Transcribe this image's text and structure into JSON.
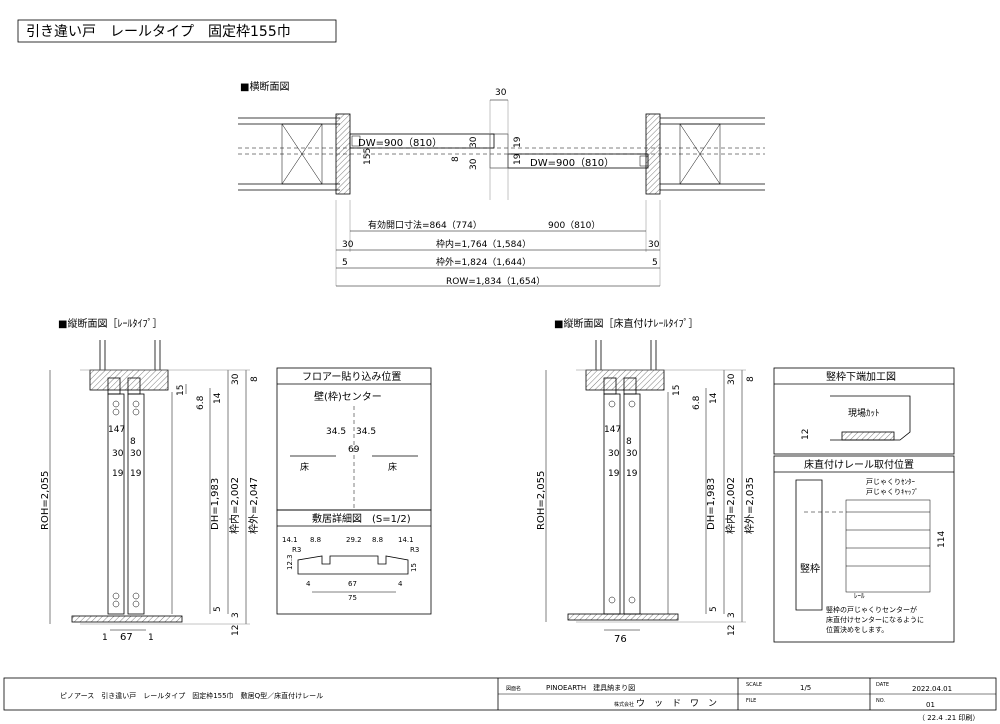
{
  "title": "引き違い戸　レールタイプ　固定枠155巾",
  "plan": {
    "heading": "■横断面図",
    "dim_top": "30",
    "dw_left": "DW=900（810）",
    "dw_right": "DW=900（810）",
    "d155": "155",
    "d30a": "30",
    "d30b": "30",
    "d8": "8",
    "d19a": "19",
    "d19b": "19",
    "eff_opening": "有効開口寸法=864（774）",
    "d900": "900（810）",
    "inner": "枠内=1,764（1,584）",
    "outer": "枠外=1,824（1,644）",
    "row": "ROW=1,834（1,654）",
    "d30l": "30",
    "d30r": "30",
    "d5l": "5",
    "d5r": "5"
  },
  "sec_left": {
    "heading": "■縦断面図［ﾚｰﾙﾀｲﾌﾟ］",
    "roh": "ROH=2,055",
    "dh": "DH=1,983",
    "inner": "枠内=2,002",
    "outer": "枠外=2,047",
    "d15": "15",
    "d68": "6.8",
    "d14": "14",
    "d30": "30",
    "d8": "8",
    "d147": "147",
    "d8b": "8",
    "d30b": "30",
    "d30c": "30",
    "d19a": "19",
    "d19b": "19",
    "d5": "5",
    "d3": "3",
    "d12": "12",
    "d1a": "1",
    "d67": "67",
    "d1b": "1"
  },
  "sec_right": {
    "heading": "■縦断面図［床直付けﾚｰﾙﾀｲﾌﾟ］",
    "roh": "ROH=2,055",
    "dh": "DH=1,983",
    "inner": "枠内=2,002",
    "outer": "枠外=2,035",
    "d15": "15",
    "d68": "6.8",
    "d14": "14",
    "d30": "30",
    "d8": "8",
    "d147": "147",
    "d8b": "8",
    "d30b": "30",
    "d30c": "30",
    "d19a": "19",
    "d19b": "19",
    "d5": "5",
    "d3": "3",
    "d12": "12",
    "d76": "76"
  },
  "floor_box": {
    "title": "フロアー貼り込み位置",
    "center": "壁(枠)センター",
    "d345a": "34.5",
    "d345b": "34.5",
    "d69": "69",
    "floor_l": "床",
    "floor_r": "床"
  },
  "sill_box": {
    "title": "敷居詳細図　(S=1/2)",
    "d141a": "14.1",
    "d88a": "8.8",
    "d292": "29.2",
    "d88b": "8.8",
    "d141b": "14.1",
    "r3a": "R3",
    "r3b": "R3",
    "d123": "12.3",
    "d15": "15",
    "d4a": "4",
    "d67": "67",
    "d4b": "4",
    "d75": "75"
  },
  "frame_box": {
    "title": "竪枠下端加工図",
    "cut": "現場ｶｯﾄ",
    "d12": "12"
  },
  "rail_box": {
    "title": "床直付けレール取付位置",
    "label1": "戸じゃくりｾﾝﾀｰ",
    "label2": "戸じゃくりｷｬｯﾌﾟ",
    "label3": "ﾚｰﾙ",
    "d114": "114",
    "frame": "竪枠",
    "note1": "竪枠の戸じゃくりセンターが",
    "note2": "床直付けセンターになるように",
    "note3": "位置決めをします。"
  },
  "titleblock": {
    "desc": "ピノアース　引き違い戸　レールタイプ　固定枠155巾　敷居Q型／床直付けレール",
    "name_lbl": "図面名",
    "name": "PINOEARTH　建具納まり図",
    "company_lbl": "株式会社",
    "company": "ウ　ッ　ド　ワ　ン",
    "scale_lbl": "SCALE",
    "scale": "1/5",
    "file_lbl": "FILE",
    "date_lbl": "DATE",
    "date": "2022.04.01",
    "no_lbl": "NO.",
    "no": "01",
    "print": "（ 22.4 .21 印刷）"
  }
}
